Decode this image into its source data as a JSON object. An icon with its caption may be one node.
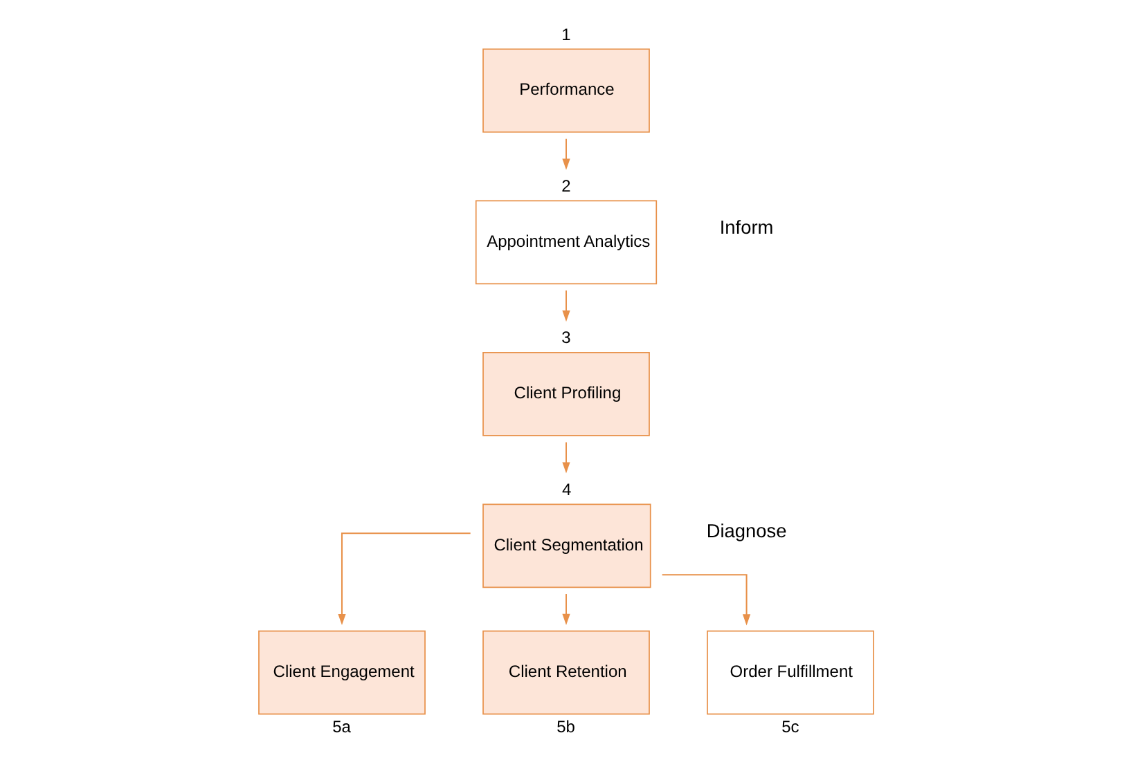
{
  "diagram": {
    "nodes": [
      {
        "text": [
          "Performance"
        ],
        "beside": [
          "1"
        ]
      },
      {
        "text": [
          "Appointment Analytics"
        ],
        "beside": [
          "2"
        ]
      },
      {
        "text": [
          "Client Profiling"
        ],
        "beside": [
          "3"
        ]
      },
      {
        "text": [
          "Client Segmentation"
        ],
        "beside": [
          "4"
        ]
      },
      {
        "text": [
          "Client Engagement"
        ],
        "beside": [
          "5a"
        ]
      },
      {
        "text": [
          "Client Retention"
        ],
        "beside": [
          "5b"
        ]
      },
      {
        "text": [
          "Order Fulfillment"
        ],
        "beside": [
          "5c"
        ]
      }
    ],
    "edges": [
      {
        "from": 0,
        "to": 1,
        "arrow": "to"
      },
      {
        "from": 1,
        "to": 2,
        "arrow": "to"
      },
      {
        "from": 2,
        "to": 3,
        "arrow": "to"
      },
      {
        "from": 3,
        "to": 4,
        "arrow": "to"
      },
      {
        "from": 3,
        "to": 5,
        "arrow": "to"
      },
      {
        "from": 3,
        "to": 6,
        "arrow": "to"
      }
    ],
    "labels": [
      "Inform",
      "Diagnose"
    ]
  }
}
